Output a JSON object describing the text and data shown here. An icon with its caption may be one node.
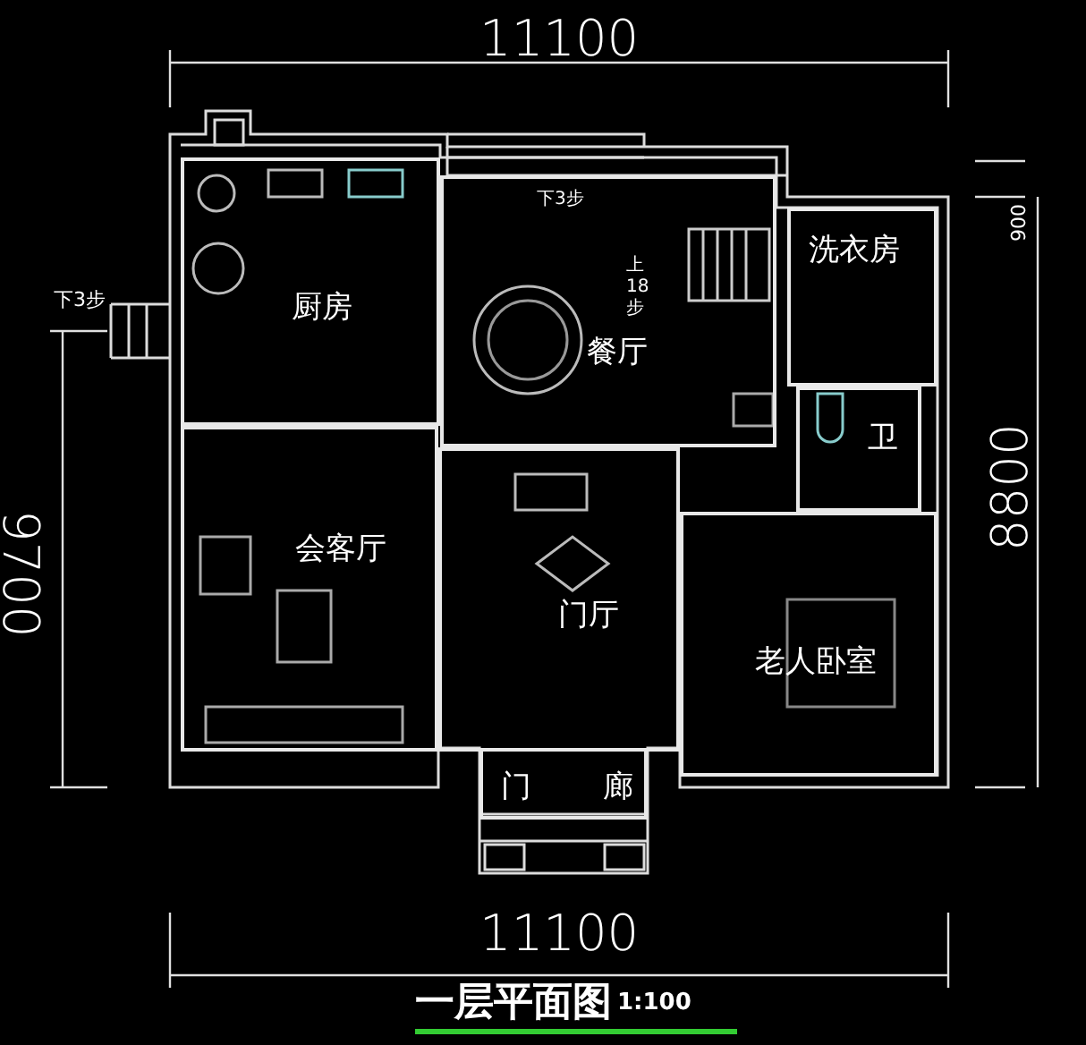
{
  "diagram": {
    "title": "一层平面图",
    "nodes": [
      {
        "text": [
          "厨房"
        ]
      },
      {
        "text": [
          "餐厅"
        ]
      },
      {
        "text": [
          "洗衣房"
        ]
      },
      {
        "text": [
          "卫"
        ]
      },
      {
        "text": [
          "会客厅"
        ]
      },
      {
        "text": [
          "门厅"
        ]
      },
      {
        "text": [
          "老人卧室"
        ]
      },
      {
        "text": [
          "门廊"
        ]
      }
    ],
    "edges": [],
    "labels": [
      "11100",
      "900",
      "下3步",
      "上 18步",
      "下3步",
      "9700",
      "8800",
      "11100",
      "1:100"
    ]
  }
}
